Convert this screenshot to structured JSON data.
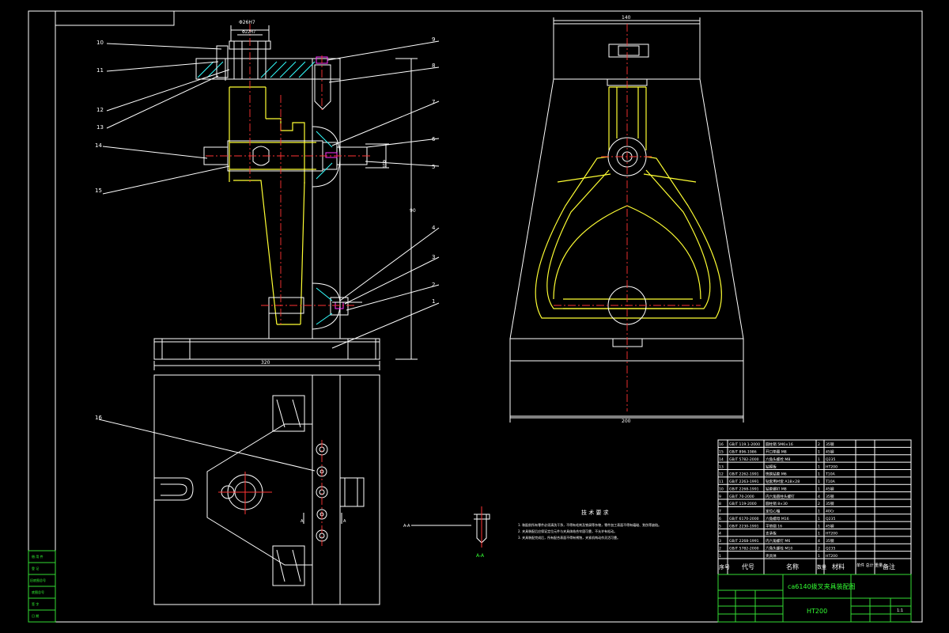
{
  "balloons": [
    "10",
    "11",
    "12",
    "13",
    "14",
    "15",
    "9",
    "8",
    "7",
    "6",
    "5",
    "4",
    "3",
    "2",
    "1",
    "16"
  ],
  "dimensions": {
    "top_width": "Φ26H7",
    "top_inner": "Φ22H7",
    "side_bore": "Φ16",
    "height": "90",
    "base_length": "320",
    "top_width_right": "140",
    "base_width_right": "200"
  },
  "section_label": "A-A",
  "view_label_small": "A",
  "tech_req": {
    "title": "技 术 要 求",
    "lines": [
      "1. 装配前所有零件必须清洗干净，不得有毛刺及铁屑等杂物，零件加工表面不得有磕碰、划伤等缺陷。",
      "2. 夹具装配后应保证定位元件与夹具体结合牢固可靠，不允许有松动。",
      "3. 夹具装配完成后，所有配合表面不得有锈蚀，夹紧机构动作灵活可靠。"
    ]
  },
  "bom_rows": [
    [
      "16",
      "GB/T 119.1-2000",
      "圆柱销 5M6×16",
      "2",
      "35钢",
      ""
    ],
    [
      "15",
      "GB/T 896-1986",
      "开口垫圈 M8",
      "1",
      "45钢",
      ""
    ],
    [
      "14",
      "GB/T 5782-2000",
      "六角头螺栓 M8",
      "1",
      "Q235",
      ""
    ],
    [
      "13",
      "",
      "钻模板",
      "1",
      "HT200",
      ""
    ],
    [
      "12",
      "GB/T 2262-1991",
      "快换钻套 M6",
      "1",
      "T10A",
      ""
    ],
    [
      "11",
      "GB/T 2263-1991",
      "钻套用衬套 A18×28",
      "1",
      "T10A",
      ""
    ],
    [
      "10",
      "GB/T 2268-1991",
      "钻套螺钉 M8",
      "1",
      "45钢",
      ""
    ],
    [
      "9",
      "GB/T 70-2000",
      "内六角圆柱头螺钉",
      "4",
      "35钢",
      ""
    ],
    [
      "8",
      "GB/T 119-2000",
      "圆柱销 8×30",
      "2",
      "35钢",
      ""
    ],
    [
      "7",
      "",
      "定位心轴",
      "1",
      "40Cr",
      ""
    ],
    [
      "6",
      "GB/T 6170-2000",
      "六角螺母 M16",
      "1",
      "Q235",
      ""
    ],
    [
      "5",
      "GB/T 2230-1991",
      "平垫圈 16",
      "1",
      "45钢",
      ""
    ],
    [
      "4",
      "",
      "支承板",
      "1",
      "HT200",
      ""
    ],
    [
      "3",
      "GB/T 2268-1991",
      "内六角螺钉 M6",
      "4",
      "35钢",
      ""
    ],
    [
      "2",
      "GB/T 5782-2000",
      "六角头螺栓 M10",
      "2",
      "Q235",
      ""
    ],
    [
      "1",
      "",
      "夹具体",
      "1",
      "HT200",
      ""
    ]
  ],
  "bom_header": [
    "序号",
    "代号",
    "名称",
    "数量",
    "材料",
    "单件 总计 重量",
    "备注"
  ],
  "title_block": {
    "drawing_title": "ca6140拨叉夹具装配图",
    "material": "HT200",
    "scale": "1:1"
  },
  "side_table": [
    "借 用 件",
    "登 记",
    "旧底图总号",
    "底图总号",
    "签 字",
    "日 期"
  ]
}
